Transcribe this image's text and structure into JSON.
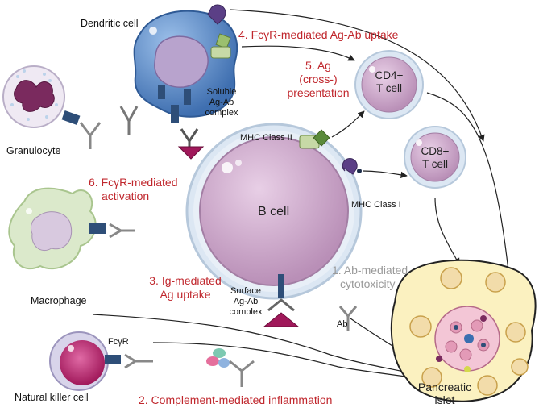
{
  "labels": {
    "dendritic_cell": "Dendritic cell",
    "granulocyte": "Granulocyte",
    "macrophage": "Macrophage",
    "nk_cell": "Natural killer cell",
    "b_cell": "B cell",
    "cd4_line1": "CD4+",
    "cd4_line2": "T cell",
    "cd8_line1": "CD8+",
    "cd8_line2": "T cell",
    "soluble_line1": "Soluble",
    "soluble_line2": "Ag-Ab",
    "soluble_line3": "complex",
    "surface_line1": "Surface",
    "surface_line2": "Ag-Ab",
    "surface_line3": "complex",
    "mhc2": "MHC Class II",
    "mhc1": "MHC Class I",
    "fcyr": "FcγR",
    "ab": "Ab",
    "islet_line1": "Pancreatic",
    "islet_line2": "islet"
  },
  "mechanisms": {
    "m1_line1": "1.   Ab-mediated",
    "m1_line2": "cytotoxicity",
    "m2": "2. Complement-mediated inflammation",
    "m3_line1": "3. Ig-mediated",
    "m3_line2": "Ag uptake",
    "m4": "4. FcγR-mediated Ag-Ab uptake",
    "m5_line1": "5. Ag",
    "m5_line2": "(cross-)",
    "m5_line3": "presentation",
    "m6_line1": "6. FcγR-mediated",
    "m6_line2": "activation"
  },
  "colors": {
    "mechanism_red": "#c0272d",
    "cytotoxicity_gray": "#9a9a9a",
    "dendritic_blue": "#4a79b8",
    "cell_pink": "#c9a6c9",
    "macrophage_green": "#d9e8c8",
    "islet_yellow": "#fbf1c0",
    "antigen_magenta": "#a0185a"
  }
}
